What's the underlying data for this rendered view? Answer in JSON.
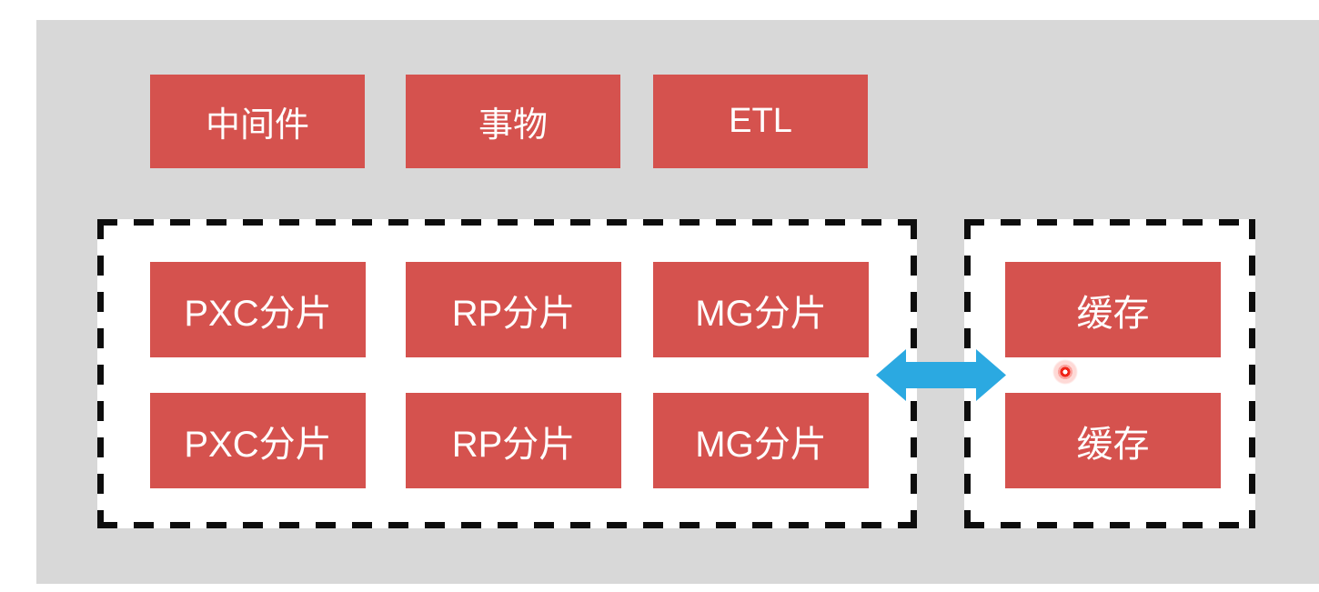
{
  "colors": {
    "page_bg": "#ffffff",
    "panel_bg": "#d8d8d8",
    "box_red": "#d5524e",
    "box_text": "#ffffff",
    "dash": "#0d0d0d",
    "arrow_blue": "#2ba9e1",
    "laser_red": "#f02418"
  },
  "top_row": {
    "boxes": [
      {
        "label": "中间件"
      },
      {
        "label": "事物"
      },
      {
        "label": "ETL"
      }
    ]
  },
  "shard_cluster": {
    "rows": [
      {
        "cells": [
          {
            "label": "PXC分片"
          },
          {
            "label": "RP分片"
          },
          {
            "label": "MG分片"
          }
        ]
      },
      {
        "cells": [
          {
            "label": "PXC分片"
          },
          {
            "label": "RP分片"
          },
          {
            "label": "MG分片"
          }
        ]
      }
    ]
  },
  "cache_cluster": {
    "boxes": [
      {
        "label": "缓存"
      },
      {
        "label": "缓存"
      }
    ]
  },
  "connector": {
    "type": "double-headed-arrow",
    "direction": "horizontal"
  }
}
